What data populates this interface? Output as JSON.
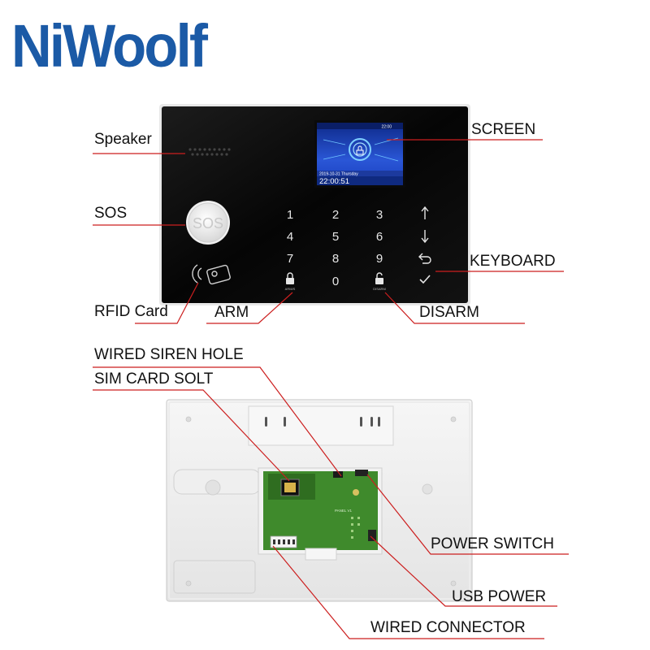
{
  "brand": {
    "name": "NiWoolf",
    "color": "#1b5aa6"
  },
  "panel": {
    "status_time": "22:00",
    "screen_date": "2019-10-31  Thursday",
    "screen_time": "22:00:51",
    "sos_button": "SOS",
    "keys": [
      "1",
      "2",
      "3",
      "4",
      "5",
      "6",
      "7",
      "8",
      "9",
      "0"
    ],
    "arm_key_caption": "ARM/S",
    "disarm_key_caption": "DISARM",
    "board_marking": "PANEL V1"
  },
  "callouts": {
    "speaker": "Speaker",
    "screen": "SCREEN",
    "sos": "SOS",
    "keyboard": "KEYBOARD",
    "rfid_card": "RFID Card",
    "arm": "ARM",
    "disarm": "DISARM",
    "wired_siren_hole": "WIRED SIREN HOLE",
    "sim_card_slot": "SIM CARD SOLT",
    "power_switch": "POWER SWITCH",
    "usb_power": "USB POWER",
    "wired_connector": "WIRED CONNECTOR"
  },
  "colors": {
    "leader_line": "#cc1f1f",
    "panel_face": "#0c0c0c",
    "pcb": "#3f8a2c",
    "screen": "#1a3fbf"
  }
}
